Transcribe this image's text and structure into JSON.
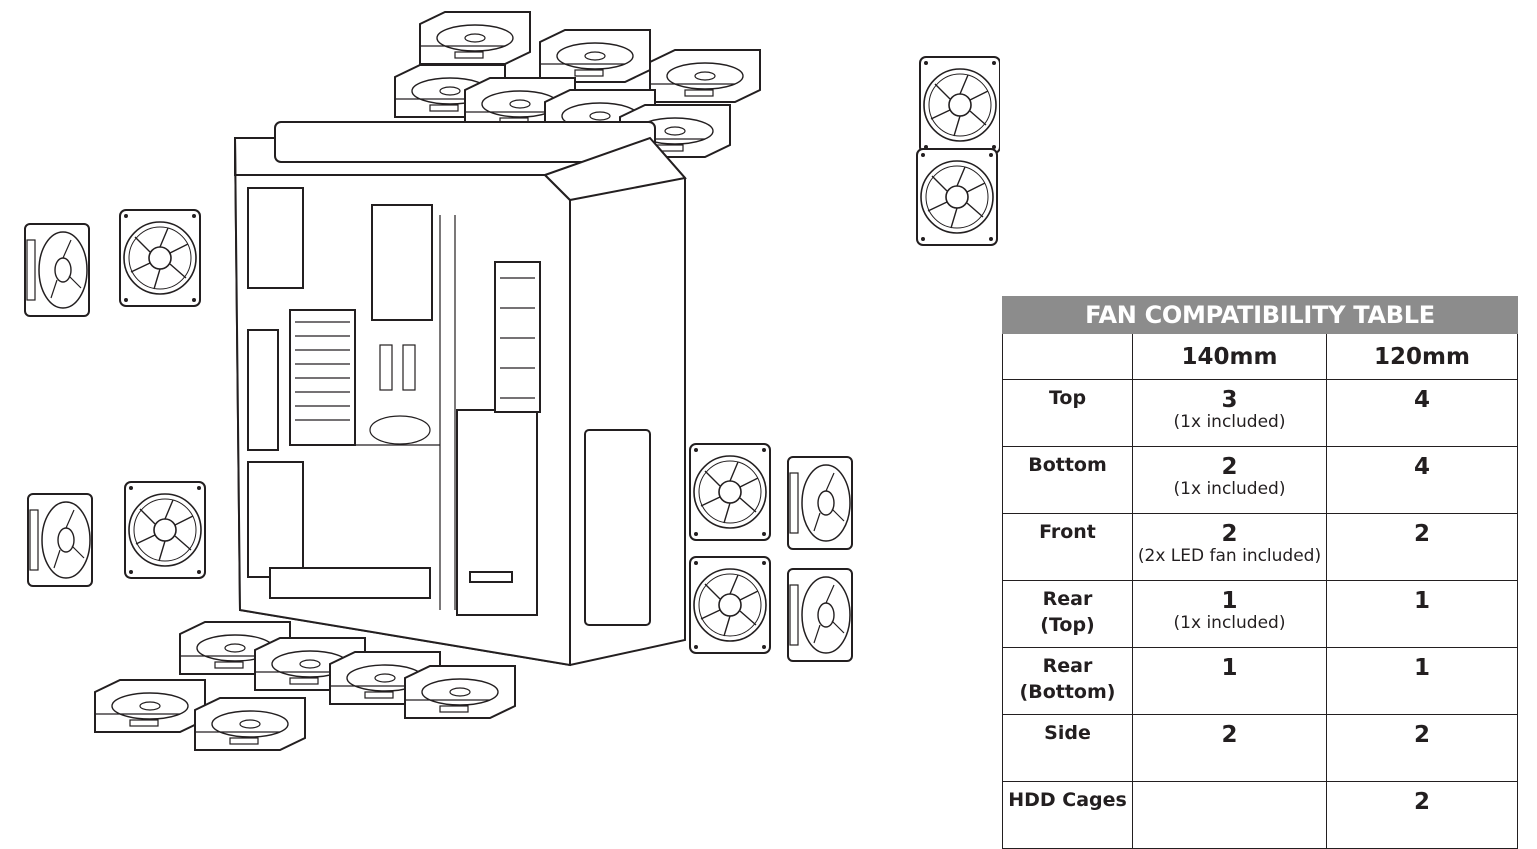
{
  "table": {
    "title": "FAN COMPATIBILITY TABLE",
    "columns": [
      "",
      "140mm",
      "120mm"
    ],
    "rows": [
      {
        "label": "Top",
        "c140": "3",
        "c140_note": "(1x included)",
        "c120": "4"
      },
      {
        "label": "Bottom",
        "c140": "2",
        "c140_note": "(1x included)",
        "c120": "4"
      },
      {
        "label": "Front",
        "c140": "2",
        "c140_note": "(2x LED fan included)",
        "c120": "2"
      },
      {
        "label": "Rear\n(Top)",
        "c140": "1",
        "c140_note": "(1x included)",
        "c120": "1"
      },
      {
        "label": "Rear\n(Bottom)",
        "c140": "1",
        "c140_note": "",
        "c120": "1"
      },
      {
        "label": "Side",
        "c140": "2",
        "c140_note": "",
        "c120": "2"
      },
      {
        "label": "HDD Cages",
        "c140": "",
        "c140_note": "",
        "c120": "2"
      }
    ]
  },
  "colors": {
    "line": "#231f20",
    "table_header_bg": "#8c8c8c",
    "background": "#ffffff"
  }
}
